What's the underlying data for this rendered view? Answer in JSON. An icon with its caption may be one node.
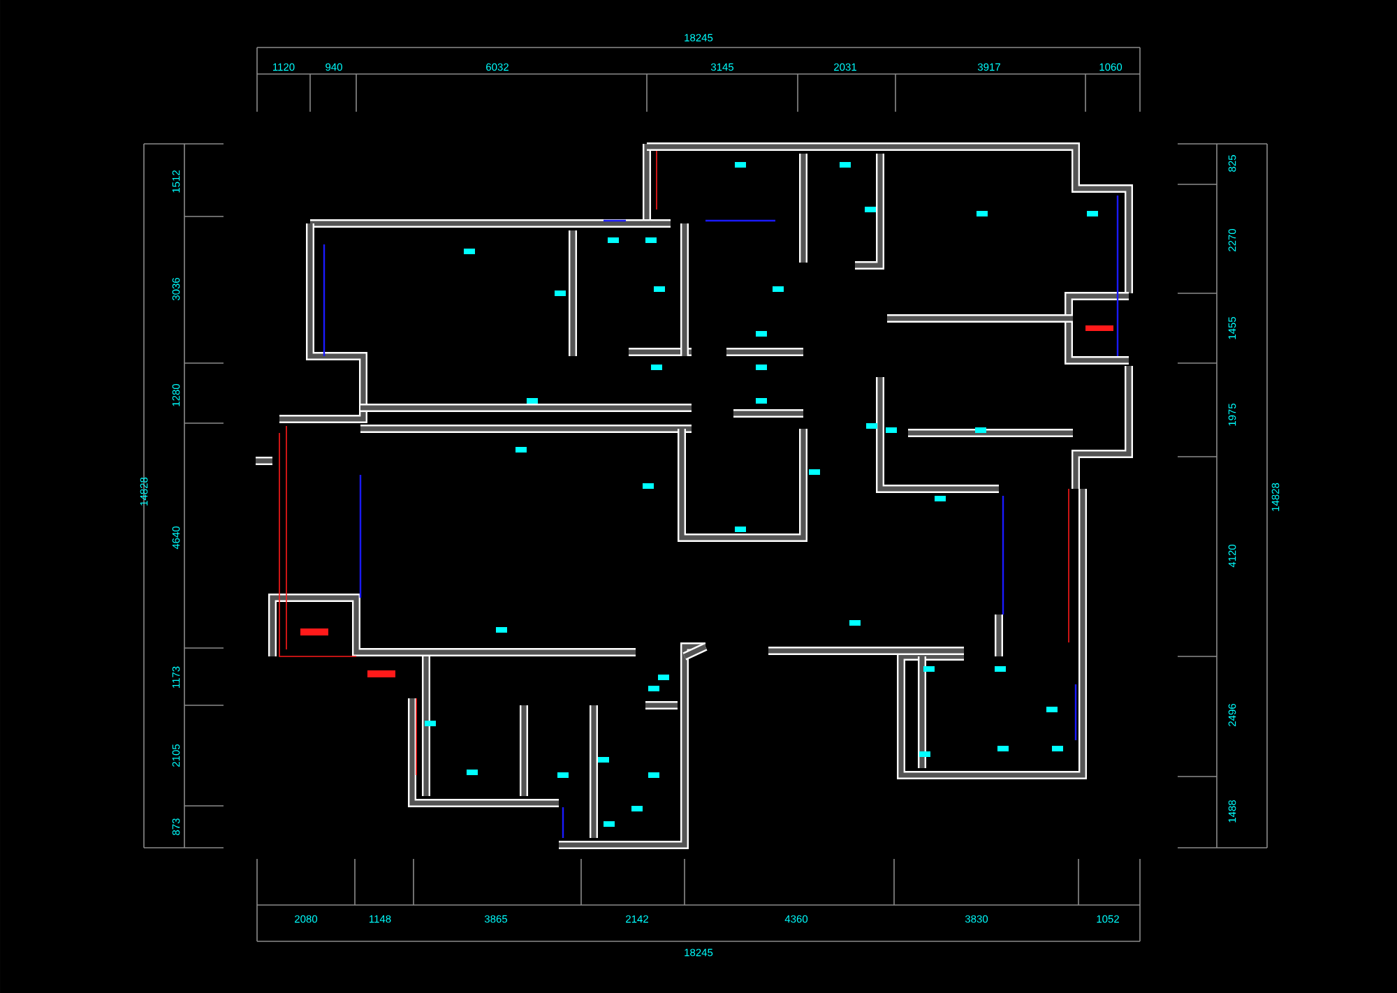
{
  "diagram": {
    "labels": [
      "18245",
      "1120",
      "940",
      "6032",
      "3145",
      "2031",
      "3917",
      "1060",
      "1512",
      "3036",
      "1280",
      "14828",
      "4640",
      "1173",
      "2105",
      "873",
      "825",
      "2270",
      "1455",
      "1975",
      "14828",
      "4120",
      "2496",
      "1488",
      "2080",
      "1148",
      "3865",
      "2142",
      "4360",
      "3830",
      "1052",
      "18245"
    ]
  }
}
